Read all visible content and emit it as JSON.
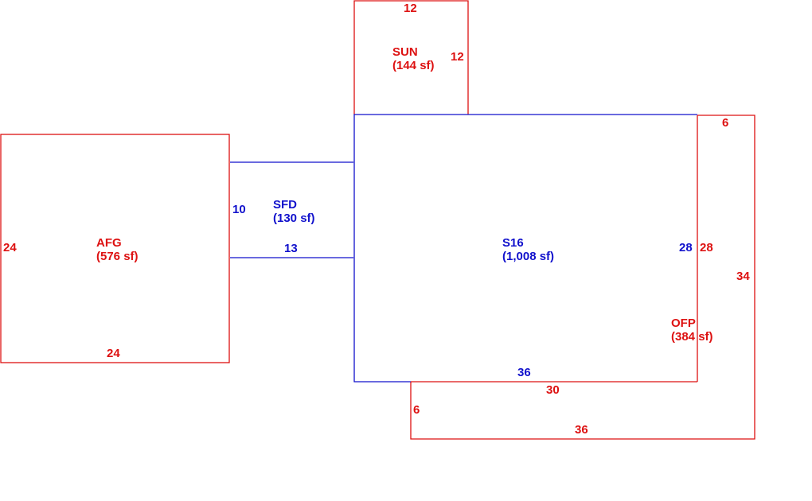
{
  "colors": {
    "red": "#dd1111",
    "blue": "#1111cc",
    "background": "#ffffff"
  },
  "areas": {
    "sun": {
      "name": "SUN",
      "size": "(144 sf)",
      "color": "red"
    },
    "afg": {
      "name": "AFG",
      "size": "(576 sf)",
      "color": "red"
    },
    "sfd": {
      "name": "SFD",
      "size": "(130 sf)",
      "color": "blue"
    },
    "s16": {
      "name": "S16",
      "size": "(1,008 sf)",
      "color": "blue"
    },
    "ofp": {
      "name": "OFP",
      "size": "(384 sf)",
      "color": "red"
    }
  },
  "dimensions": {
    "sun_top": "12",
    "sun_right": "12",
    "afg_left": "24",
    "afg_bottom": "24",
    "sfd_left": "10",
    "sfd_bottom": "13",
    "s16_right": "28",
    "s16_bottom": "36",
    "ofp_top": "6",
    "ofp_left": "28",
    "ofp_right": "34",
    "ofp_inner_bottom": "30",
    "ofp_lower_left": "6",
    "ofp_bottom": "36"
  }
}
